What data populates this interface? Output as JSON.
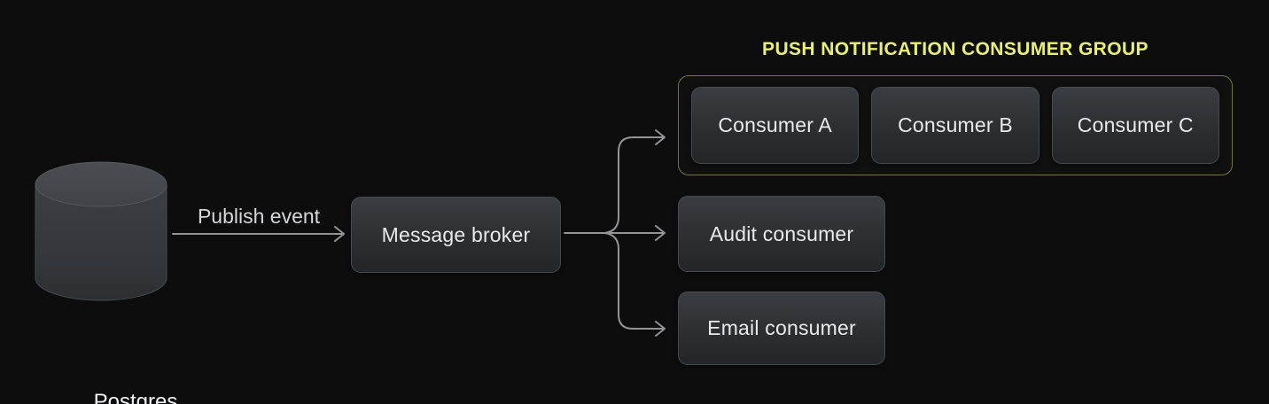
{
  "diagram": {
    "title": "PUSH NOTIFICATION CONSUMER GROUP"
  },
  "nodes": {
    "postgres": {
      "label": "Postgres",
      "shape": "database-cylinder"
    },
    "message_broker": {
      "label": "Message broker"
    },
    "audit_consumer": {
      "label": "Audit consumer"
    },
    "email_consumer": {
      "label": "Email consumer"
    }
  },
  "consumer_group": {
    "title": "PUSH NOTIFICATION CONSUMER GROUP",
    "consumers": [
      {
        "label": "Consumer A"
      },
      {
        "label": "Consumer B"
      },
      {
        "label": "Consumer C"
      }
    ]
  },
  "edges": {
    "publish_event_label": "Publish event",
    "flows": [
      "postgres -> message_broker",
      "message_broker -> consumer_group",
      "message_broker -> audit_consumer",
      "message_broker -> email_consumer"
    ]
  },
  "colors": {
    "background": "#0d0d0e",
    "node_fill_top": "#3a3d41",
    "node_fill_bottom": "#232528",
    "node_border": "#47494d",
    "group_border": "#74763e",
    "accent_yellow": "#e9ee77",
    "connector_gray": "#939496",
    "text_light": "#e9eaeb"
  }
}
